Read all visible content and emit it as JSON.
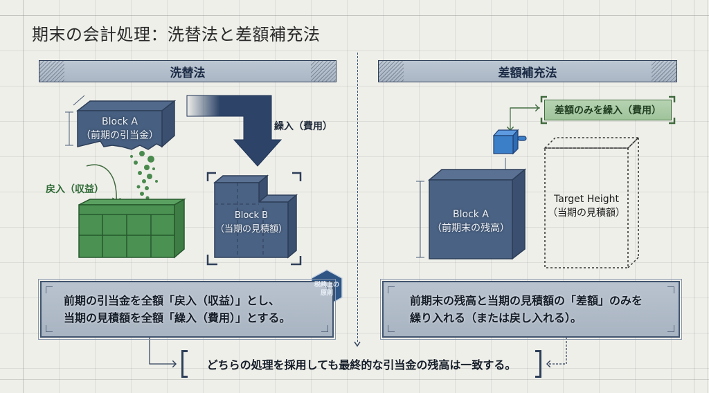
{
  "title": "期末の会計処理：洗替法と差額補充法",
  "left_section": {
    "header": "洗替法",
    "block_a": {
      "name": "Block A",
      "sub": "（前期の引当金）"
    },
    "block_b": {
      "name": "Block B",
      "sub": "（当期の見積額）"
    },
    "reversal_label": "戻入（収益）",
    "provision_label": "繰入（費用）",
    "badge": {
      "line1": "税務上の",
      "line2": "原則"
    },
    "description": {
      "line1": "前期の引当金を全額「戻入（収益）」とし、",
      "line2": "当期の見積額を全額「繰入（費用）」とする。"
    }
  },
  "right_section": {
    "header": "差額補充法",
    "tag": "差額のみを繰入（費用）",
    "block_a": {
      "name": "Block A",
      "sub": "（前期末の残高）"
    },
    "target": {
      "name": "Target Height",
      "sub": "（当期の見積額）"
    },
    "description": {
      "line1": "前期末の残高と当期の見積額の「差額」のみを",
      "line2": "繰り入れる（または戻し入れる）。"
    }
  },
  "conclusion": "どちらの処理を採用しても最終的な引当金の残高は一致する。",
  "colors": {
    "navy": "#3f5775",
    "navy_dark": "#2d3e58",
    "green": "#3e8a48",
    "green_dark": "#26582c",
    "blue_small": "#3b7fc9",
    "background": "#efefea"
  }
}
